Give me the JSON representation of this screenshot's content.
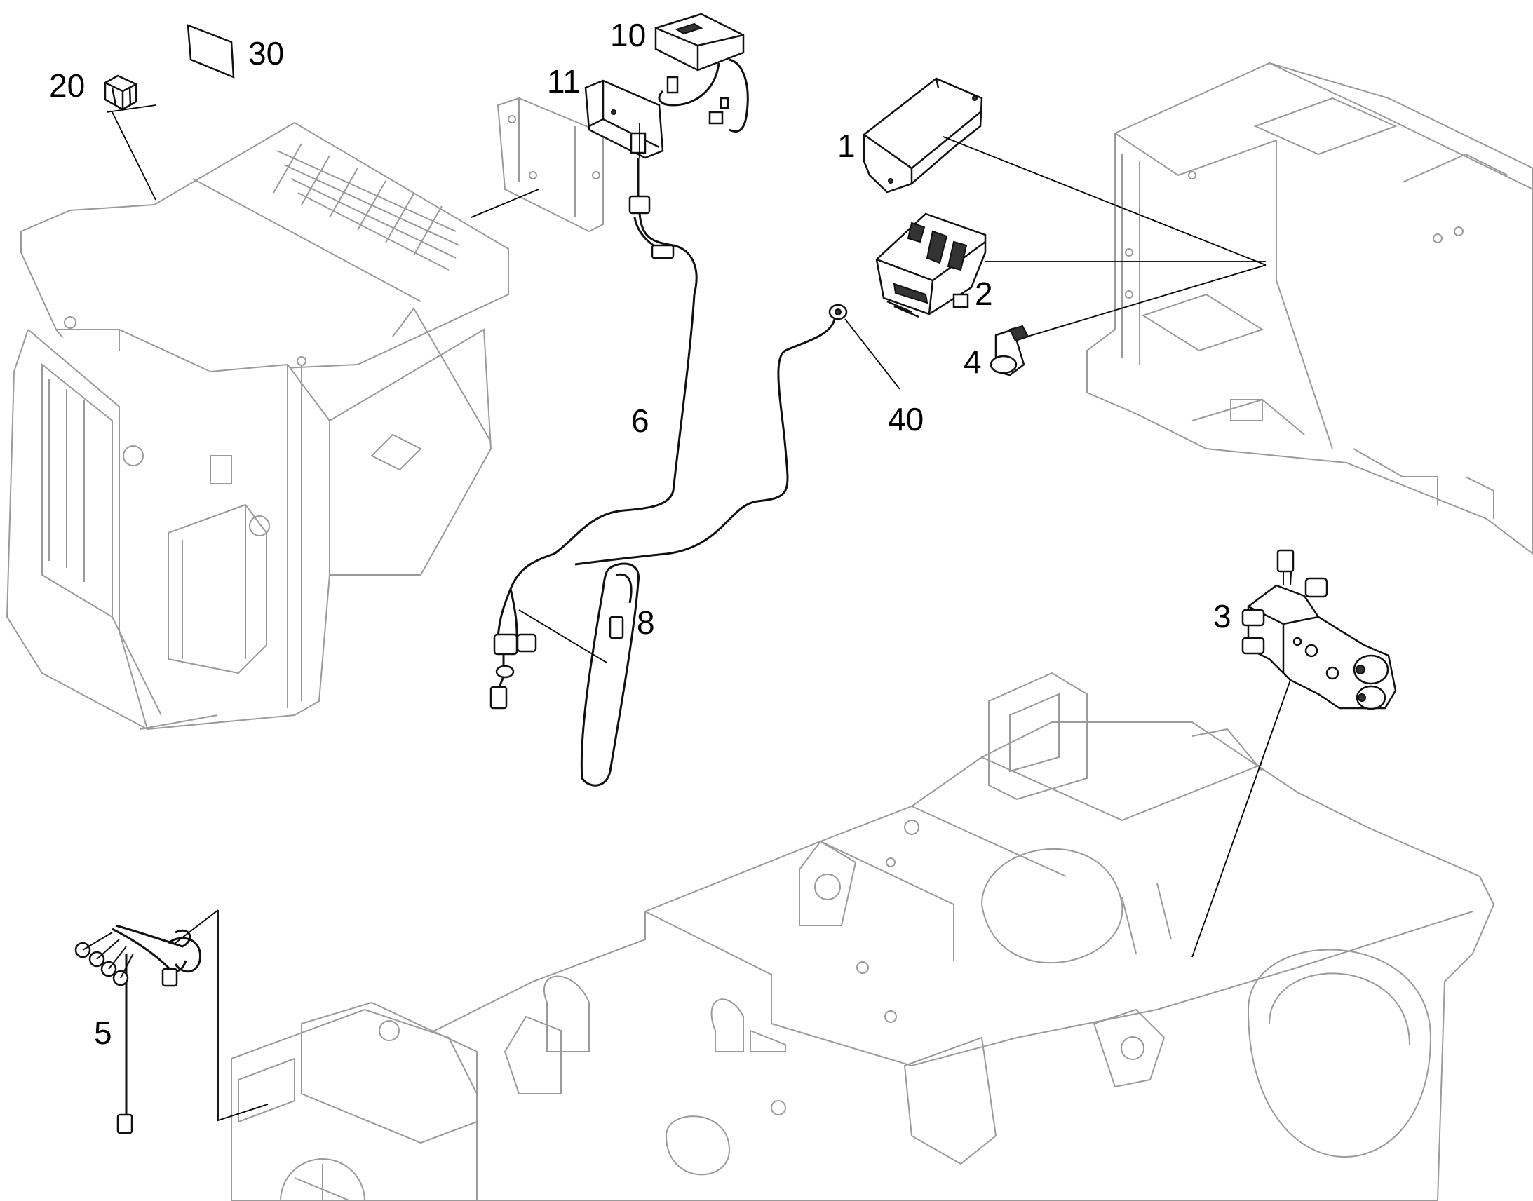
{
  "diagram": {
    "callouts": [
      {
        "id": "c1",
        "text": "1"
      },
      {
        "id": "c2",
        "text": "2"
      },
      {
        "id": "c3",
        "text": "3"
      },
      {
        "id": "c4",
        "text": "4"
      },
      {
        "id": "c5",
        "text": "5"
      },
      {
        "id": "c6",
        "text": "6"
      },
      {
        "id": "c8",
        "text": "8"
      },
      {
        "id": "c10",
        "text": "10"
      },
      {
        "id": "c11",
        "text": "11"
      },
      {
        "id": "c20",
        "text": "20"
      },
      {
        "id": "c30",
        "text": "30"
      },
      {
        "id": "c40",
        "text": "40"
      }
    ]
  }
}
